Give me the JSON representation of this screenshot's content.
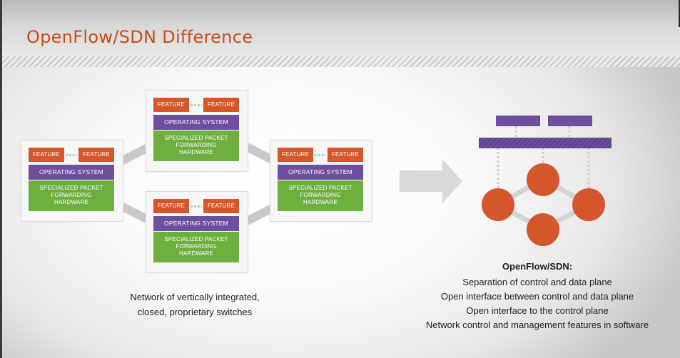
{
  "slide": {
    "title": "OpenFlow/SDN Difference"
  },
  "left_diagram": {
    "switches": [
      {
        "id": "left",
        "features": [
          "FEATURE",
          "FEATURE"
        ],
        "os": "OPERATING SYSTEM",
        "hardware": [
          "SPECIALIZED PACKET",
          "FORWARDING",
          "HARDWARE"
        ]
      },
      {
        "id": "top",
        "features": [
          "FEATURE",
          "FEATURE"
        ],
        "os": "OPERATING SYSTEM",
        "hardware": [
          "SPECIALIZED PACKET",
          "FORWARDING",
          "HARDWARE"
        ]
      },
      {
        "id": "bottom",
        "features": [
          "FEATURE",
          "FEATURE"
        ],
        "os": "OPERATING SYSTEM",
        "hardware": [
          "SPECIALIZED PACKET",
          "FORWARDING",
          "HARDWARE"
        ]
      },
      {
        "id": "right",
        "features": [
          "FEATURE",
          "FEATURE"
        ],
        "os": "OPERATING SYSTEM",
        "hardware": [
          "SPECIALIZED PACKET",
          "FORWARDING",
          "HARDWARE"
        ]
      }
    ],
    "caption": [
      "Network of vertically integrated,",
      "closed, proprietary switches"
    ]
  },
  "transition": {
    "icon": "right-arrow-icon"
  },
  "right_diagram": {
    "heading": "OpenFlow/SDN:",
    "points": [
      "Separation of control and data plane",
      "Open interface between control and data plane",
      "Open interface to the control plane",
      "Network control and management features in software"
    ]
  },
  "colors": {
    "title": "#cc4d17",
    "feature": "#d4562a",
    "os": "#6e4e9e",
    "hardware": "#6faf3f",
    "node": "#d4562a",
    "controller": "#6e4e9e",
    "connector": "#c9c9c9"
  }
}
